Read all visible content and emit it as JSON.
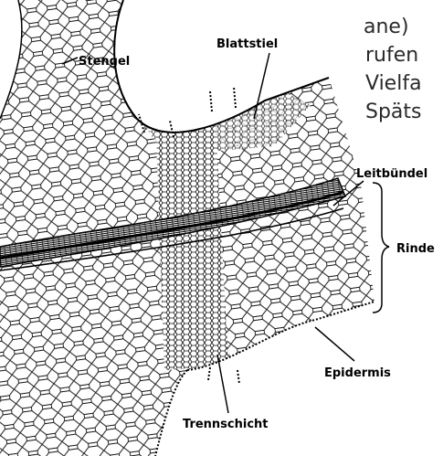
{
  "labels": {
    "stengel": "Stengel",
    "blattstiel": "Blattstiel",
    "leitbuendel": "Leitbündel",
    "rinde": "Rinde",
    "epidermis": "Epidermis",
    "trennschicht": "Trennschicht"
  },
  "text_fragment": {
    "line1": "ane)",
    "line2": "rufen",
    "line3": "Vielfa",
    "line4": "Späts"
  }
}
